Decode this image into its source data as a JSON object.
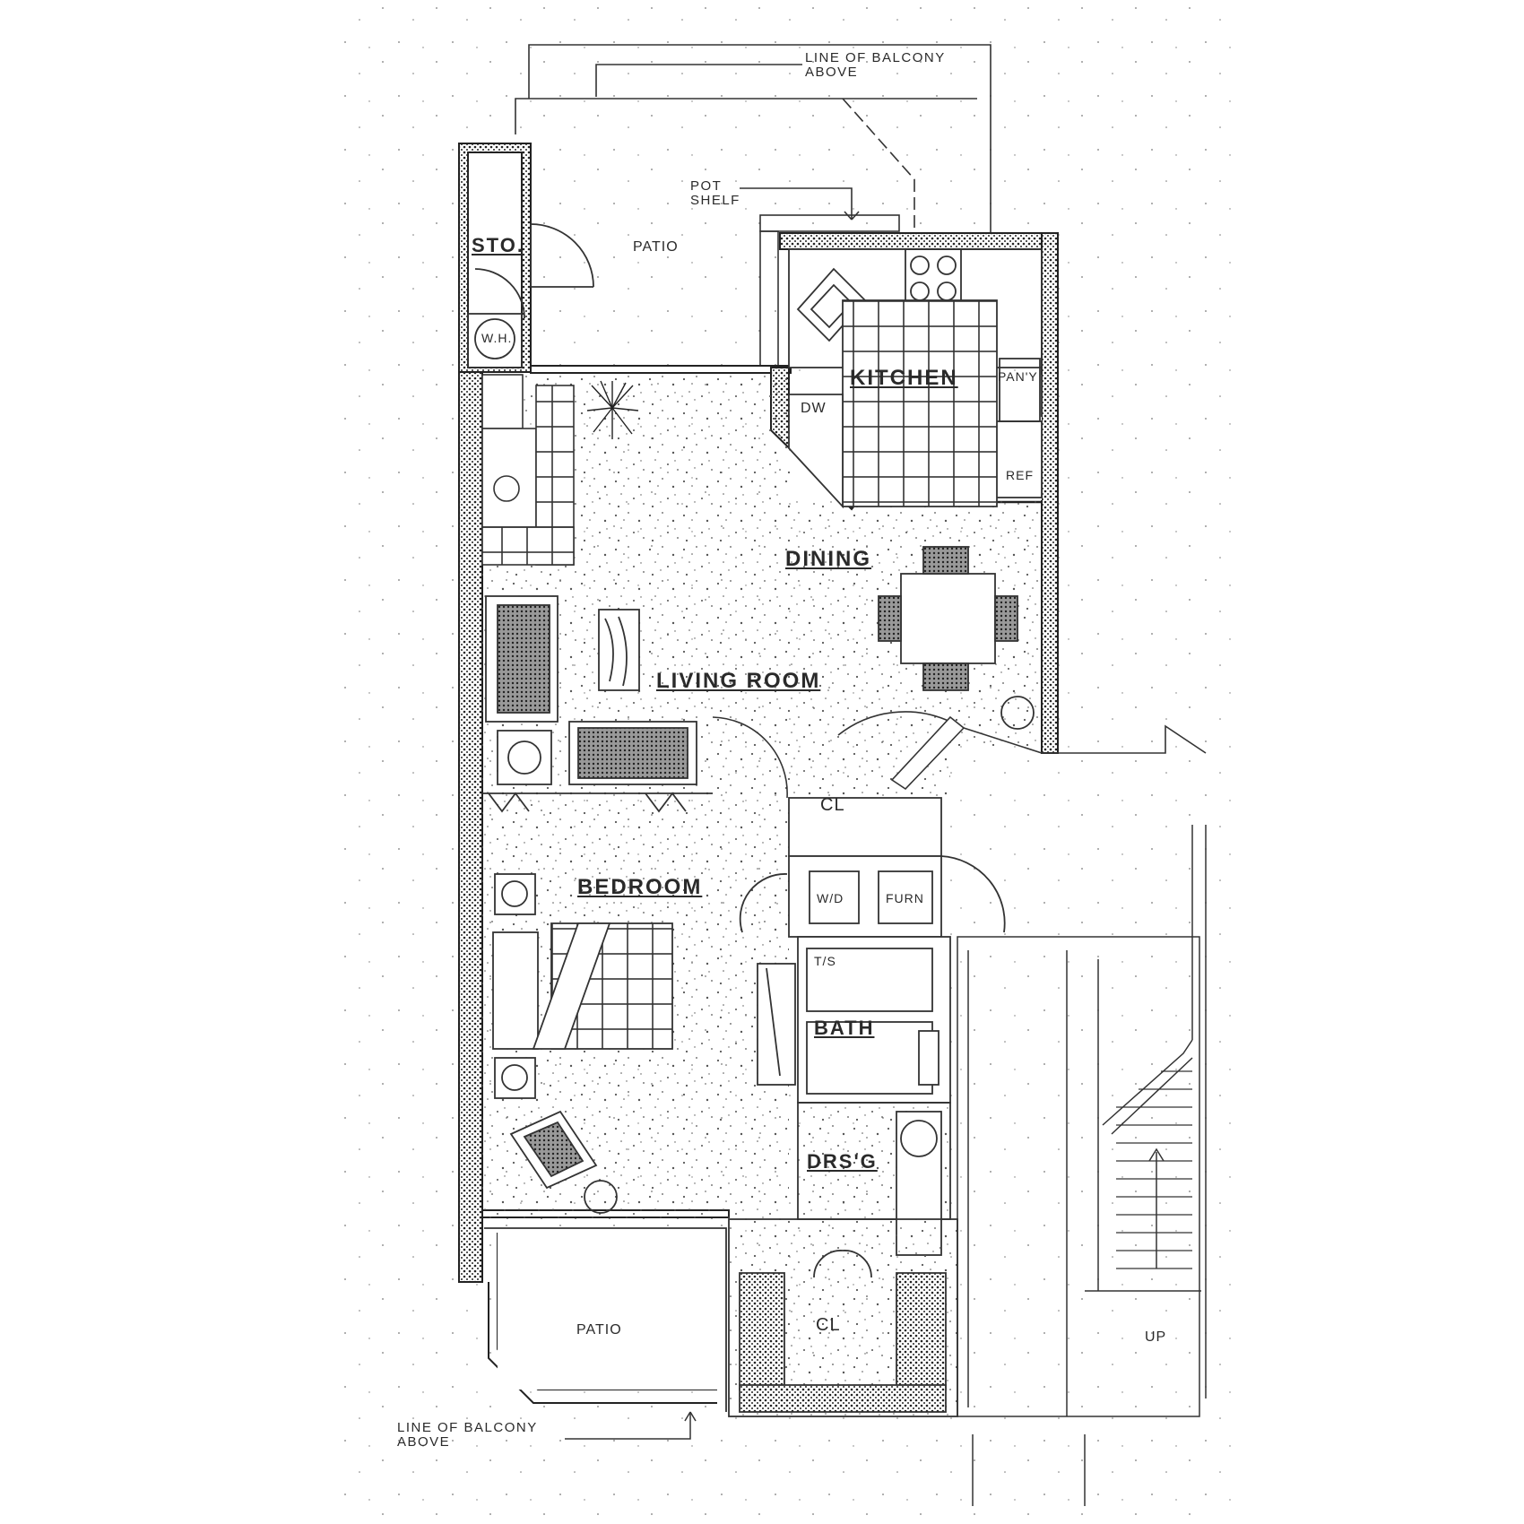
{
  "labels": {
    "balcony_top_line1": "LINE OF BALCONY",
    "balcony_top_line2": "ABOVE",
    "pot_shelf_line1": "POT",
    "pot_shelf_line2": "SHELF",
    "storage": "STO.",
    "water_heater": "W.H.",
    "patio_top": "PATIO",
    "kitchen": "KITCHEN",
    "dishwasher": "DW",
    "pantry": "PAN'Y",
    "refrigerator": "REF",
    "dining": "DINING",
    "living_room": "LIVING ROOM",
    "closet_entry": "CL",
    "washer_dryer": "W/D",
    "furnace": "FURN",
    "bedroom": "BEDROOM",
    "tub_shower": "T/S",
    "bath": "BATH",
    "dressing": "DRS'G",
    "closet_bedroom": "CL",
    "patio_bottom": "PATIO",
    "stairs_up": "UP",
    "balcony_bottom_line1": "LINE OF BALCONY",
    "balcony_bottom_line2": "ABOVE"
  },
  "colors": {
    "ink": "#2a2a2a",
    "stipple": "#555555",
    "paper": "#ffffff"
  }
}
